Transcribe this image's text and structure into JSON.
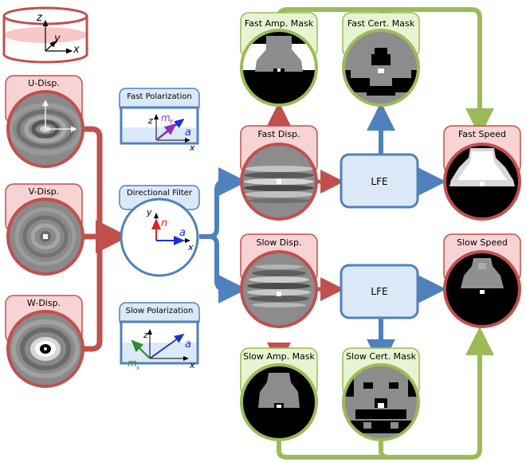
{
  "labels": {
    "u_disp": "U-Disp.",
    "v_disp": "V-Disp.",
    "w_disp": "W-Disp.",
    "fast_polarization": "Fast Polarization",
    "directional_filter": "Directional Filter",
    "slow_polarization": "Slow Polarization",
    "fast_disp": "Fast Disp.",
    "slow_disp": "Slow Disp.",
    "fast_amp_mask": "Fast Amp. Mask",
    "fast_cert_mask": "Fast Cert. Mask",
    "slow_amp_mask": "Slow Amp. Mask",
    "slow_cert_mask": "Slow Cert. Mask",
    "fast_speed": "Fast Speed",
    "slow_speed": "Slow Speed",
    "lfe_top": "LFE",
    "lfe_bottom": "LFE"
  },
  "axes": {
    "x": "x",
    "y": "y",
    "z": "z",
    "a": "a",
    "n": "n",
    "m": "m",
    "sub_f": "f",
    "sub_s": "s"
  },
  "colors": {
    "red": "#c0504d",
    "blue": "#4f81bd",
    "green": "#9bbb59",
    "red_fill": "#f8d3d3",
    "blue_fill": "#dbe8f8",
    "green_fill": "#e7f4d1",
    "purple": "#7030a0",
    "dark_green": "#2e7d32"
  }
}
